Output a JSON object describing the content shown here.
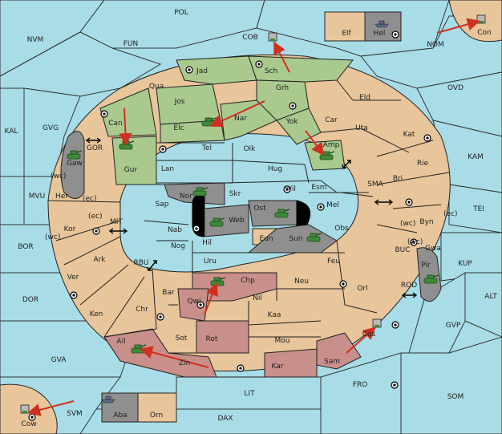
{
  "map": {
    "regions": [
      {
        "id": "pol",
        "label": "POL",
        "type": "sea"
      },
      {
        "id": "nvm",
        "label": "NVM",
        "type": "sea"
      },
      {
        "id": "fun",
        "label": "FUN",
        "type": "sea"
      },
      {
        "id": "cob",
        "label": "COB",
        "type": "sea"
      },
      {
        "id": "elf",
        "label": "Elf",
        "type": "land"
      },
      {
        "id": "hel",
        "label": "Hel",
        "type": "gray"
      },
      {
        "id": "con",
        "label": "Con",
        "type": "land"
      },
      {
        "id": "nom",
        "label": "NOM",
        "type": "sea"
      },
      {
        "id": "ovd",
        "label": "OVD",
        "type": "sea"
      },
      {
        "id": "kam",
        "label": "KAM",
        "type": "sea"
      },
      {
        "id": "tei",
        "label": "TEI",
        "type": "sea"
      },
      {
        "id": "kup",
        "label": "KUP",
        "type": "sea"
      },
      {
        "id": "alt",
        "label": "ALT",
        "type": "sea"
      },
      {
        "id": "gvp",
        "label": "GVP",
        "type": "sea"
      },
      {
        "id": "som",
        "label": "SOM",
        "type": "sea"
      },
      {
        "id": "fro",
        "label": "FRO",
        "type": "sea"
      },
      {
        "id": "lit",
        "label": "LIT",
        "type": "sea"
      },
      {
        "id": "dax",
        "label": "DAX",
        "type": "sea"
      },
      {
        "id": "svm",
        "label": "SVM",
        "type": "sea"
      },
      {
        "id": "cow",
        "label": "Cow",
        "type": "land"
      },
      {
        "id": "aba",
        "label": "Aba",
        "type": "gray"
      },
      {
        "id": "orn",
        "label": "Orn",
        "type": "land"
      },
      {
        "id": "gva",
        "label": "GVA",
        "type": "sea"
      },
      {
        "id": "dor",
        "label": "DOR",
        "type": "sea"
      },
      {
        "id": "bor",
        "label": "BOR",
        "type": "sea"
      },
      {
        "id": "mvu",
        "label": "MVU",
        "type": "sea"
      },
      {
        "id": "kal",
        "label": "KAL",
        "type": "sea"
      },
      {
        "id": "gvg",
        "label": "GVG",
        "type": "sea"
      },
      {
        "id": "gor",
        "label": "GOR",
        "type": "sea"
      },
      {
        "id": "mit",
        "label": "MIT",
        "type": "sea"
      },
      {
        "id": "rbu",
        "label": "RBU",
        "type": "sea"
      },
      {
        "id": "sma",
        "label": "SMA",
        "type": "sea"
      },
      {
        "id": "buc",
        "label": "BUC",
        "type": "sea"
      },
      {
        "id": "rod",
        "label": "ROD",
        "type": "sea"
      },
      {
        "id": "jad",
        "label": "Jad",
        "type": "green"
      },
      {
        "id": "sch",
        "label": "Sch",
        "type": "green"
      },
      {
        "id": "qua",
        "label": "Qua",
        "type": "land"
      },
      {
        "id": "jos",
        "label": "Jos",
        "type": "green"
      },
      {
        "id": "grh",
        "label": "Grh",
        "type": "green"
      },
      {
        "id": "can",
        "label": "Can",
        "type": "green"
      },
      {
        "id": "elc",
        "label": "Elc",
        "type": "green"
      },
      {
        "id": "nar",
        "label": "Nar",
        "type": "green"
      },
      {
        "id": "yok",
        "label": "Yok",
        "type": "green"
      },
      {
        "id": "car",
        "label": "Car",
        "type": "land"
      },
      {
        "id": "eld",
        "label": "Eld",
        "type": "land"
      },
      {
        "id": "uta",
        "label": "Uta",
        "type": "land"
      },
      {
        "id": "kat",
        "label": "Kat",
        "type": "land"
      },
      {
        "id": "gaw",
        "label": "Gaw",
        "type": "gray"
      },
      {
        "id": "gur",
        "label": "Gur",
        "type": "green"
      },
      {
        "id": "tel",
        "label": "Tel",
        "type": "land"
      },
      {
        "id": "olk",
        "label": "Olk",
        "type": "land"
      },
      {
        "id": "amp",
        "label": "Amp",
        "type": "green"
      },
      {
        "id": "rie",
        "label": "Rie",
        "type": "land"
      },
      {
        "id": "lan",
        "label": "Lan",
        "type": "land"
      },
      {
        "id": "hug",
        "label": "Hug",
        "type": "land"
      },
      {
        "id": "bri",
        "label": "Bri",
        "type": "land"
      },
      {
        "id": "her",
        "label": "Her",
        "type": "land"
      },
      {
        "id": "nor",
        "label": "Nor",
        "type": "gray"
      },
      {
        "id": "skr",
        "label": "Skr",
        "type": "land"
      },
      {
        "id": "wil",
        "label": "Wil",
        "type": "land"
      },
      {
        "id": "esm",
        "label": "Esm",
        "type": "land"
      },
      {
        "id": "sap",
        "label": "Sap",
        "type": "land"
      },
      {
        "id": "web",
        "label": "Web",
        "type": "gray"
      },
      {
        "id": "ost",
        "label": "Ost",
        "type": "gray"
      },
      {
        "id": "mel",
        "label": "Mel",
        "type": "land"
      },
      {
        "id": "byn",
        "label": "Byn",
        "type": "land"
      },
      {
        "id": "kor",
        "label": "Kor",
        "type": "land"
      },
      {
        "id": "nab",
        "label": "Nab",
        "type": "land"
      },
      {
        "id": "eun",
        "label": "Eun",
        "type": "land"
      },
      {
        "id": "obs",
        "label": "Obs",
        "type": "land"
      },
      {
        "id": "gwa",
        "label": "Gwa",
        "type": "land"
      },
      {
        "id": "hil",
        "label": "Hil",
        "type": "land"
      },
      {
        "id": "sun",
        "label": "Sun",
        "type": "gray"
      },
      {
        "id": "ark",
        "label": "Ark",
        "type": "land"
      },
      {
        "id": "nog",
        "label": "Nog",
        "type": "land"
      },
      {
        "id": "pir",
        "label": "Pir",
        "type": "gray"
      },
      {
        "id": "uru",
        "label": "Uru",
        "type": "land"
      },
      {
        "id": "feu",
        "label": "Feu",
        "type": "land"
      },
      {
        "id": "ver",
        "label": "Ver",
        "type": "land"
      },
      {
        "id": "chp",
        "label": "Chp",
        "type": "red"
      },
      {
        "id": "neu",
        "label": "Neu",
        "type": "land"
      },
      {
        "id": "bar",
        "label": "Bar",
        "type": "land"
      },
      {
        "id": "qwi",
        "label": "Qwi",
        "type": "red"
      },
      {
        "id": "nil",
        "label": "Nil",
        "type": "land"
      },
      {
        "id": "orl",
        "label": "Orl",
        "type": "land"
      },
      {
        "id": "chr",
        "label": "Chr",
        "type": "land"
      },
      {
        "id": "ken",
        "label": "Ken",
        "type": "land"
      },
      {
        "id": "kaa",
        "label": "Kaa",
        "type": "land"
      },
      {
        "id": "sot",
        "label": "Sot",
        "type": "land"
      },
      {
        "id": "rot",
        "label": "Rot",
        "type": "red"
      },
      {
        "id": "cos",
        "label": "Cos",
        "type": "land"
      },
      {
        "id": "ail",
        "label": "Ail",
        "type": "red"
      },
      {
        "id": "mou",
        "label": "Mou",
        "type": "land"
      },
      {
        "id": "zin",
        "label": "Zin",
        "type": "red"
      },
      {
        "id": "kar",
        "label": "Kar",
        "type": "red"
      },
      {
        "id": "sam",
        "label": "Sam",
        "type": "red"
      }
    ],
    "coast_labels": [
      "(wc)",
      "(ec)",
      "(ec)",
      "(wc)",
      "(wc)",
      "(ec)",
      "(wc)"
    ],
    "colors": {
      "sea": "#a8dde8",
      "land": "#e8c59a",
      "green": "#a9c98e",
      "red": "#c98f8a",
      "gray": "#8f8f8f",
      "tank": "#3f8a3a",
      "arrow": "#d03020"
    },
    "units": [
      {
        "region": "gaw",
        "kind": "tank-icon"
      },
      {
        "region": "gur",
        "kind": "tank-icon"
      },
      {
        "region": "elc",
        "kind": "tank-icon"
      },
      {
        "region": "amp",
        "kind": "tank-icon"
      },
      {
        "region": "nor",
        "kind": "tank-icon"
      },
      {
        "region": "web",
        "kind": "tank-icon"
      },
      {
        "region": "ost",
        "kind": "tank-icon"
      },
      {
        "region": "sun",
        "kind": "tank-icon"
      },
      {
        "region": "pir",
        "kind": "tank-icon"
      },
      {
        "region": "chp",
        "kind": "tank-icon"
      },
      {
        "region": "ail",
        "kind": "tank-icon"
      },
      {
        "region": "hel",
        "kind": "ship-icon"
      },
      {
        "region": "aba",
        "kind": "ship-icon"
      },
      {
        "region": "cos",
        "kind": "flag-icon"
      },
      {
        "region": "con",
        "kind": "flag-icon"
      },
      {
        "region": "cow",
        "kind": "flag-icon"
      },
      {
        "region": "cob",
        "kind": "flag-icon"
      }
    ],
    "orders": [
      {
        "from": "can",
        "to": "gur"
      },
      {
        "from": "grh",
        "to": "elc"
      },
      {
        "from": "yok",
        "to": "amp"
      },
      {
        "from": "sch",
        "to": "cob"
      },
      {
        "from": "nom",
        "to": "con"
      },
      {
        "from": "qwi",
        "to": "chp"
      },
      {
        "from": "zin",
        "to": "ail"
      },
      {
        "from": "sam",
        "to": "cos"
      },
      {
        "from": "svm",
        "to": "cow"
      }
    ]
  }
}
